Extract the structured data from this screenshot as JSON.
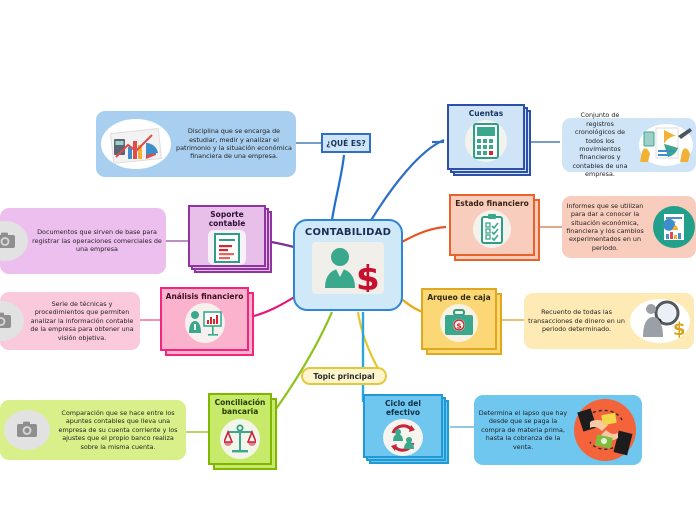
{
  "diagram": {
    "title": "Mapa mental - CONTABILIDAD",
    "central": {
      "label": "CONTABILIDAD",
      "icon": "accountant-dollar-icon",
      "fill": "#cfe9f9",
      "stroke": "#2e86d6"
    },
    "main_topic": {
      "label": "Topic principal",
      "fill": "#fdf4ce",
      "stroke": "#e0c93a"
    },
    "question_node": {
      "label": "¿QUÉ ES?",
      "fill": "#cfe4f7",
      "stroke": "#2e6fc4"
    },
    "branches": [
      {
        "id": "que-es",
        "label": "¿QUÉ ES?",
        "description": "Disciplina que se encarga de estudiar, medir y analizar el patrimonio y la situación económica financiera de una empresa.",
        "icon": "bar-chart-report-icon",
        "fill": "#cfe4f7",
        "stroke": "#2e6fc4",
        "link_color": "#1f6fd0"
      },
      {
        "id": "cuentas",
        "label": "Cuentas",
        "description": "Conjunto de registros cronológicos de todos los movimientos financieros y contables de una empresa.",
        "icon": "calculator-icon",
        "fill": "#cfe4f7",
        "stroke": "#2e4fa8",
        "link_color": "#2e6fc4"
      },
      {
        "id": "estado-financiero",
        "label": "Estado financiero",
        "description": "Informes que se utilizan para dar a conocer la situación económica, financiera y los cambios experimentados en un periodo.",
        "icon": "clipboard-check-icon",
        "fill": "#f8cdbd",
        "stroke": "#e8622a",
        "link_color": "#e8531f"
      },
      {
        "id": "arqueo-de-caja",
        "label": "Arqueo de caja",
        "description": "Recuento de todas las transacciones de dinero en un periodo determinado.",
        "icon": "briefcase-money-icon",
        "fill": "#fbd776",
        "stroke": "#e0a81f",
        "link_color": "#e8a713"
      },
      {
        "id": "ciclo-del-efectivo",
        "label": "Ciclo del efectivo",
        "description": "Determina el lapso que hay desde que se paga la compra de materia prima, hasta la cobranza de la venta.",
        "icon": "cycle-people-icon",
        "fill": "#6fc6ef",
        "stroke": "#1e9ad6",
        "link_color": "#2aa7e0"
      },
      {
        "id": "conciliacion-bancaria",
        "label": "Conciliación bancaria",
        "description": "Comparación que se hace entre los apuntes contables que lleva una empresa de su cuenta corriente y los ajustes que el propio banco realiza sobre la misma cuenta.",
        "icon": "scales-balance-icon",
        "fill": "#c8ea6a",
        "stroke": "#7fb700",
        "link_color": "#8ec31f"
      },
      {
        "id": "analisis-financiero",
        "label": "Análisis financiero",
        "description": "Serie de técnicas y procedimientos que permiten analizar la información contable de la empresa para obtener una visión objetiva.",
        "icon": "person-chart-icon",
        "fill": "#fbb3cd",
        "stroke": "#f2267f",
        "link_color": "#e4187a"
      },
      {
        "id": "soporte-contable",
        "label": "Soporte contable",
        "description": "Documentos que sirven de base para registrar las operaciones comerciales de una empresa",
        "icon": "document-lines-icon",
        "fill": "#e8bfe8",
        "stroke": "#8e35a0",
        "link_color": "#7e3390"
      }
    ],
    "bubbles": {
      "que_es": {
        "text": "Disciplina que se encarga de estudiar, medir y analizar el patrimonio y la situación económica financiera de una empresa.",
        "thumb": "financial-charts-photo",
        "fill": "#a9cff0"
      },
      "cuentas": {
        "text": "Conjunto de registros cronológicos de todos los movimientos financieros y contables de una empresa.",
        "thumb": "accounting-report-photo",
        "fill": "#cfe4f7"
      },
      "estado_financiero": {
        "text": "Informes que se utilizan para dar a conocer la situación económica, financiera y los cambios experimentados en un periodo.",
        "thumb": "financial-statement-photo",
        "fill": "#f8cdbd"
      },
      "arqueo_de_caja": {
        "text": "Recuento de todas las transacciones de dinero en un periodo determinado.",
        "thumb": "magnifier-money-photo",
        "fill": "#fdeab5"
      },
      "ciclo_del_efectivo": {
        "text": "Determina el lapso que hay desde que se paga la compra de materia prima, hasta la cobranza de la venta.",
        "thumb": "cash-exchange-photo",
        "fill": "#6fc6ef"
      },
      "conciliacion_bancaria": {
        "text": "Comparación que se hace entre los apuntes contables que lleva una empresa de su cuenta corriente y los ajustes que el propio banco realiza sobre la misma cuenta.",
        "thumb": "missing-image-placeholder",
        "fill": "#d9f08a"
      },
      "analisis_financiero": {
        "text": "Serie de técnicas y procedimientos que permiten analizar la información contable de la empresa para obtener una visión objetiva.",
        "thumb": "missing-image-placeholder",
        "fill": "#fbc9dc"
      },
      "soporte_contable": {
        "text": "Documentos que sirven de base para registrar las operaciones comerciales de una empresa",
        "thumb": "missing-image-placeholder",
        "fill": "#edbfef"
      }
    }
  }
}
